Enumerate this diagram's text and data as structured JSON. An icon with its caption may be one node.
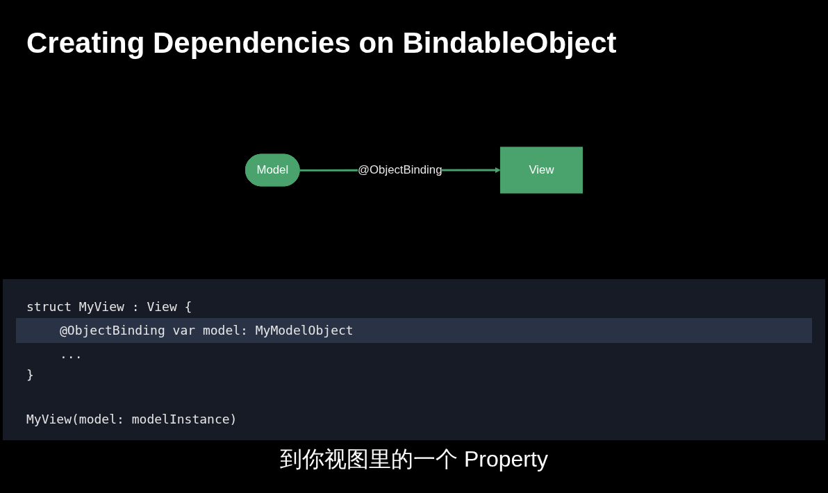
{
  "diagram": {
    "title": "Creating Dependencies on BindableObject",
    "caption": "到你视图里的一个 Property",
    "nodes": [
      {
        "text": [
          "Model"
        ]
      },
      {
        "text": [
          "View"
        ]
      }
    ],
    "edges": [
      {
        "from": 0,
        "to": 1,
        "arrow": "to",
        "label": "@ObjectBinding"
      }
    ],
    "labels": [
      "struct MyView : View {",
      "@ObjectBinding var model: MyModelObject",
      "...",
      "}",
      "MyView(model: modelInstance)"
    ]
  }
}
